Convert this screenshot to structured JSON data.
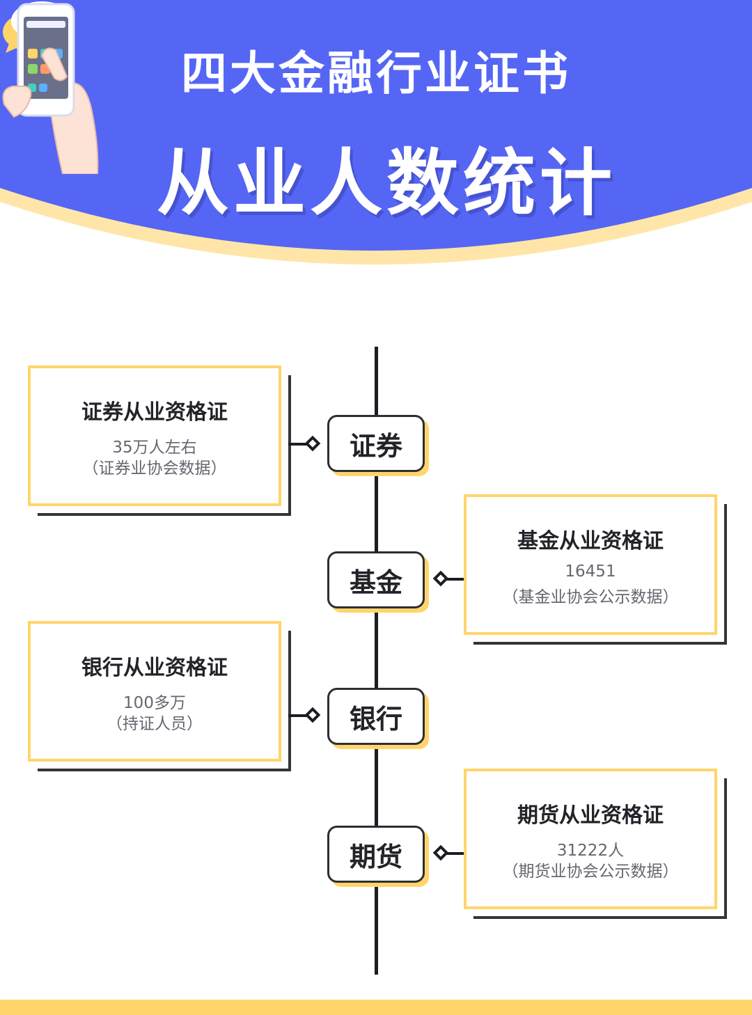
{
  "header": {
    "title_top": "四大金融行业证书",
    "title_main": "从业人数统计"
  },
  "colors": {
    "header_blue": "#5566f5",
    "accent_yellow": "#ffd56b",
    "dark": "#2d2d33",
    "bubble_dots": "#3fd0c0"
  },
  "icons": [
    "chat-bubble-icon",
    "phone-in-hand-icon"
  ],
  "timeline": [
    {
      "node": "证券",
      "card": {
        "title": "证券从业资格证",
        "value": "35万人左右",
        "source": "（证券业协会数据）"
      },
      "side": "left"
    },
    {
      "node": "基金",
      "card": {
        "title": "基金从业资格证",
        "value": "16451",
        "source": "（基金业协会公示数据）"
      },
      "side": "right"
    },
    {
      "node": "银行",
      "card": {
        "title": "银行从业资格证",
        "value": "100多万",
        "source": "（持证人员）"
      },
      "side": "left"
    },
    {
      "node": "期货",
      "card": {
        "title": "期货从业资格证",
        "value": "31222人",
        "source": "（期货业协会公示数据）"
      },
      "side": "right"
    }
  ]
}
